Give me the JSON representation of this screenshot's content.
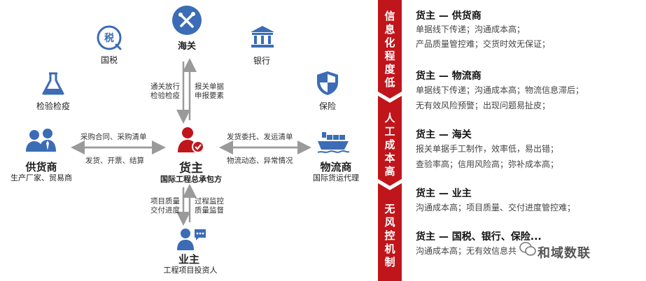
{
  "nodes": {
    "customs": {
      "label": "海关",
      "icon": "customs-icon"
    },
    "tax": {
      "label": "国税",
      "icon": "tax-icon"
    },
    "bank": {
      "label": "银行",
      "icon": "bank-icon"
    },
    "inspection": {
      "label": "检验检疫",
      "icon": "flask-icon"
    },
    "insurance": {
      "label": "保险",
      "icon": "shield-icon"
    },
    "supplier": {
      "label": "供货商",
      "sub": "生产厂家、贸易商",
      "icon": "people-icon"
    },
    "cargo_owner": {
      "label": "货主",
      "sub": "国际工程总承包方",
      "icon": "person-check-icon"
    },
    "logistics": {
      "label": "物流商",
      "sub": "国际货运代理",
      "icon": "ship-icon"
    },
    "owner": {
      "label": "业主",
      "sub": "工程项目投资人",
      "icon": "person-chat-icon"
    }
  },
  "flows": {
    "customs_down_1": "通关放行",
    "customs_down_2": "检验检疫",
    "customs_up_1": "报关单据",
    "customs_up_2": "申报要素",
    "supplier_top": "采购合同、采购清单",
    "supplier_bottom": "发货、开票、结算",
    "logistics_top": "发货委托、发运清单",
    "logistics_bottom": "物流动态、异常情况",
    "owner_left_1": "项目质量",
    "owner_left_2": "交付进度",
    "owner_right_1": "过程监控",
    "owner_right_2": "质量监督"
  },
  "banner": {
    "section1": "信息化程度低",
    "section2": "人工成本高",
    "section3": "无风控机制"
  },
  "issues": [
    {
      "title": "货主 — 供货商",
      "lines": [
        "单据线下传递；沟通成本高；",
        "产品质量管控难；交货时效无保证；"
      ]
    },
    {
      "title": "货主 — 物流商",
      "lines": [
        "单据线下传递；沟通成本高；物流信息滞后；",
        "无有效风险预警；出现问题易扯皮；"
      ]
    },
    {
      "title": "货主 — 海关",
      "lines": [
        "报关单据手工制作，效率低，易出错；",
        "查验率高；信用风险高；弥补成本高；"
      ]
    },
    {
      "title": "货主 — 业主",
      "lines": [
        "沟通成本高；项目质量、交付进度管控难；"
      ]
    },
    {
      "title": "货主 — 国税、银行、保险...",
      "lines": [
        "沟通成本高；无有效信息共"
      ]
    }
  ],
  "watermark": "和域数联",
  "colors": {
    "blue": "#3b6cb5",
    "red": "#c0151b",
    "gray_arrow": "#9a9a9a"
  }
}
